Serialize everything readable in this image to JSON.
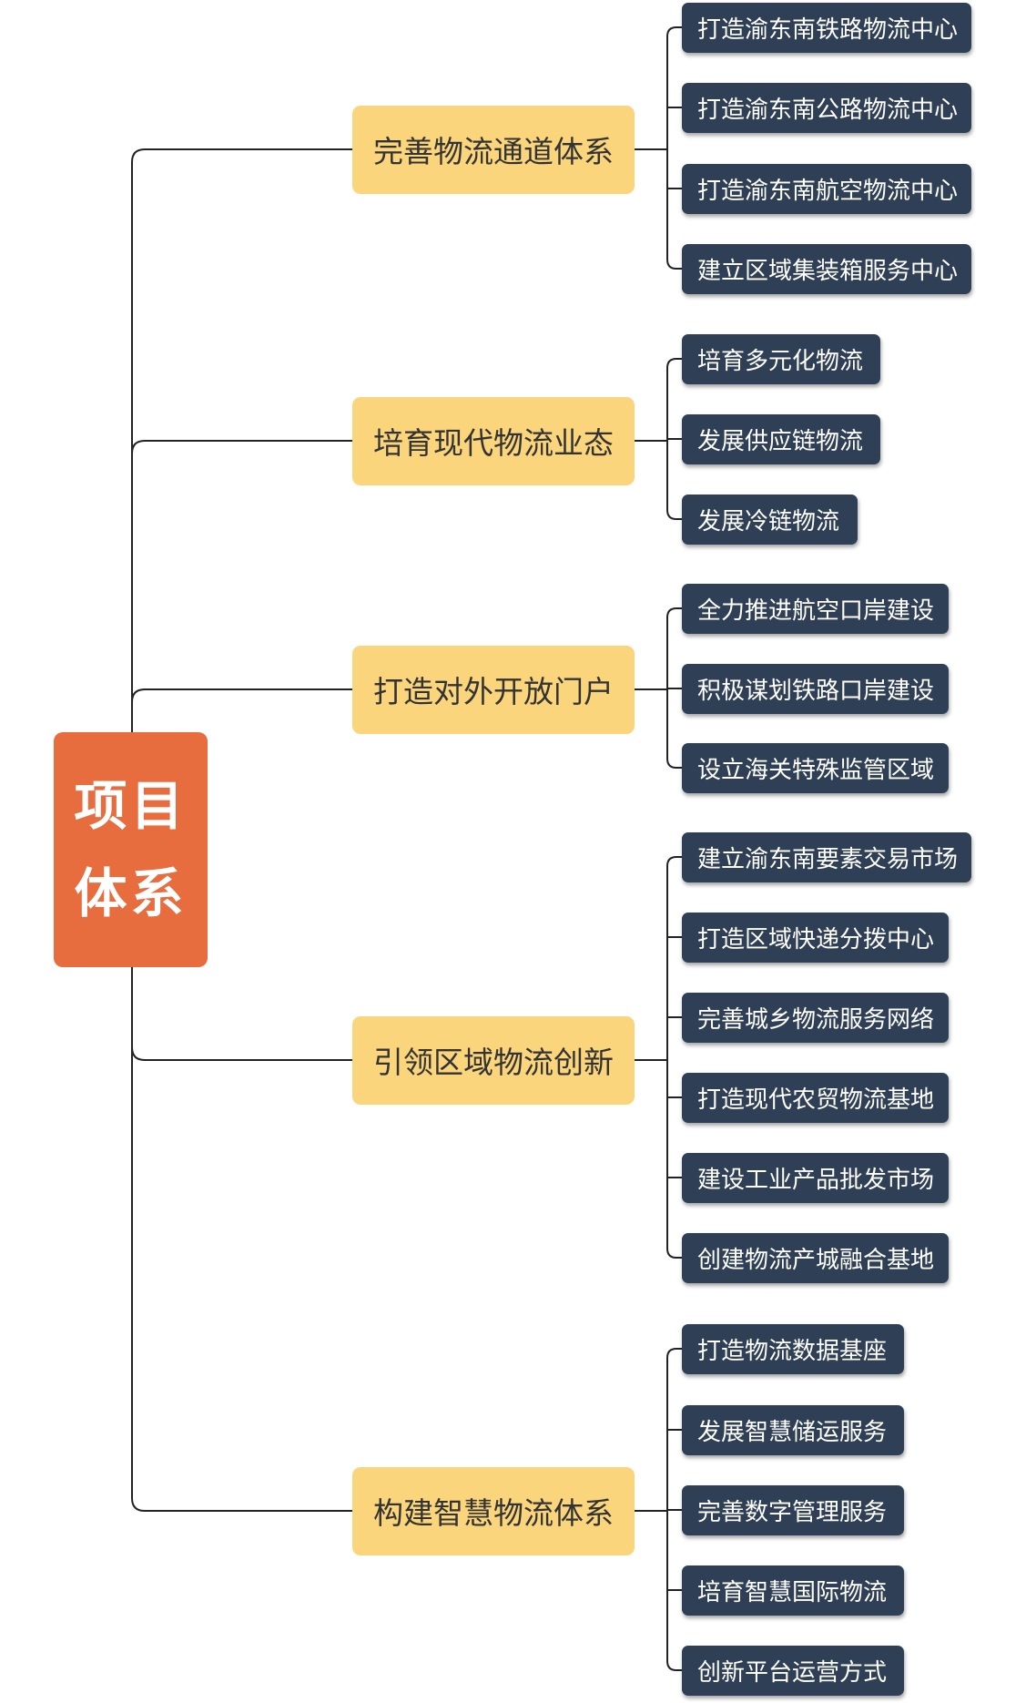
{
  "colors": {
    "root": "#E86D3E",
    "branch": "#FBD57C",
    "leaf": "#2E3F56",
    "connector": "#222222"
  },
  "root": {
    "lines": [
      "项目",
      "体系"
    ]
  },
  "branches": [
    {
      "label": "完善物流通道体系",
      "children": [
        "打造渝东南铁路物流中心",
        "打造渝东南公路物流中心",
        "打造渝东南航空物流中心",
        "建立区域集装箱服务中心"
      ]
    },
    {
      "label": "培育现代物流业态",
      "children": [
        "培育多元化物流",
        "发展供应链物流",
        "发展冷链物流"
      ]
    },
    {
      "label": "打造对外开放门户",
      "children": [
        "全力推进航空口岸建设",
        "积极谋划铁路口岸建设",
        "设立海关特殊监管区域"
      ]
    },
    {
      "label": "引领区域物流创新",
      "children": [
        "建立渝东南要素交易市场",
        "打造区域快递分拨中心",
        "完善城乡物流服务网络",
        "打造现代农贸物流基地",
        "建设工业产品批发市场",
        "创建物流产城融合基地"
      ]
    },
    {
      "label": "构建智慧物流体系",
      "children": [
        "打造物流数据基座",
        "发展智慧储运服务",
        "完善数字管理服务",
        "培育智慧国际物流",
        "创新平台运营方式"
      ]
    }
  ]
}
